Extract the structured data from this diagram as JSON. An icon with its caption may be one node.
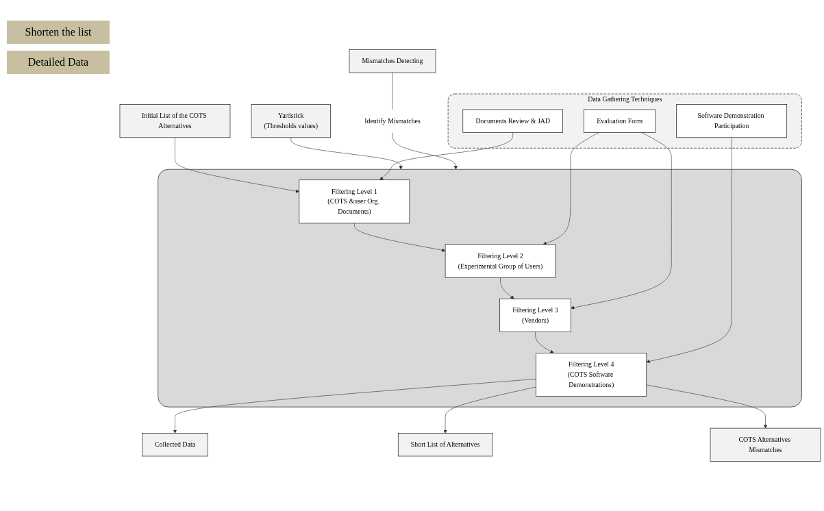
{
  "diagram": {
    "nodes": [
      {
        "text": [
          "Initial List of the COTS Alternatives"
        ]
      },
      {
        "text": [],
        "shape": "box"
      },
      {
        "text": [
          "Filtering Level 1",
          "(COTS &user Org. Documents)"
        ],
        "in": 1
      },
      {
        "text": [
          "Filtering Level 2",
          "(Experimental Group of Users)"
        ],
        "in": 1
      },
      {
        "text": [
          "Filtering Level 3",
          "(Vendors)"
        ],
        "in": 1
      },
      {
        "text": [
          "Filtering Level 4",
          "(COTS Software Demonstrations)"
        ],
        "in": 1
      },
      {
        "text": [
          "Data Gathering Techniques"
        ]
      },
      {
        "text": [
          "Documents Review & JAD"
        ],
        "in": 6
      },
      {
        "text": [
          "Evaluation Form"
        ],
        "in": 6
      },
      {
        "text": [
          "Software Demonstration Participation"
        ],
        "in": 6
      },
      {
        "text": [
          "Yardstick",
          "(Thresholds values)"
        ]
      },
      {
        "text": [
          "Identify Mismatches"
        ]
      },
      {
        "text": [
          "Mismatches Detecting"
        ]
      },
      {
        "text": [
          "Collected Data"
        ]
      },
      {
        "text": [
          "Short List of Alternatives"
        ]
      },
      {
        "text": [
          "COTS Alternatives Mismatches"
        ]
      }
    ],
    "edges": [
      {
        "from": 0,
        "to": 2,
        "arrow": "to"
      },
      {
        "from": 2,
        "to": 3,
        "arrow": "to"
      },
      {
        "from": 3,
        "to": 4,
        "arrow": "to"
      },
      {
        "from": 4,
        "to": 5,
        "arrow": "to"
      },
      {
        "from": 7,
        "to": 2,
        "arrow": "to"
      },
      {
        "from": 8,
        "to": 3,
        "arrow": "to"
      },
      {
        "from": 8,
        "to": 4,
        "arrow": "to"
      },
      {
        "from": 9,
        "to": 5,
        "arrow": "to"
      },
      {
        "from": 10,
        "to": 1,
        "arrow": "to"
      },
      {
        "from": 11,
        "to": 1,
        "arrow": "to"
      },
      {
        "from": 12,
        "to": 11,
        "arrow": "none"
      },
      {
        "from": 5,
        "to": 13,
        "arrow": "to"
      },
      {
        "from": 5,
        "to": 14,
        "arrow": "to"
      },
      {
        "from": 5,
        "to": 15,
        "arrow": "to"
      }
    ],
    "labels": [
      "Shorten the list",
      "Detailed Data"
    ]
  }
}
